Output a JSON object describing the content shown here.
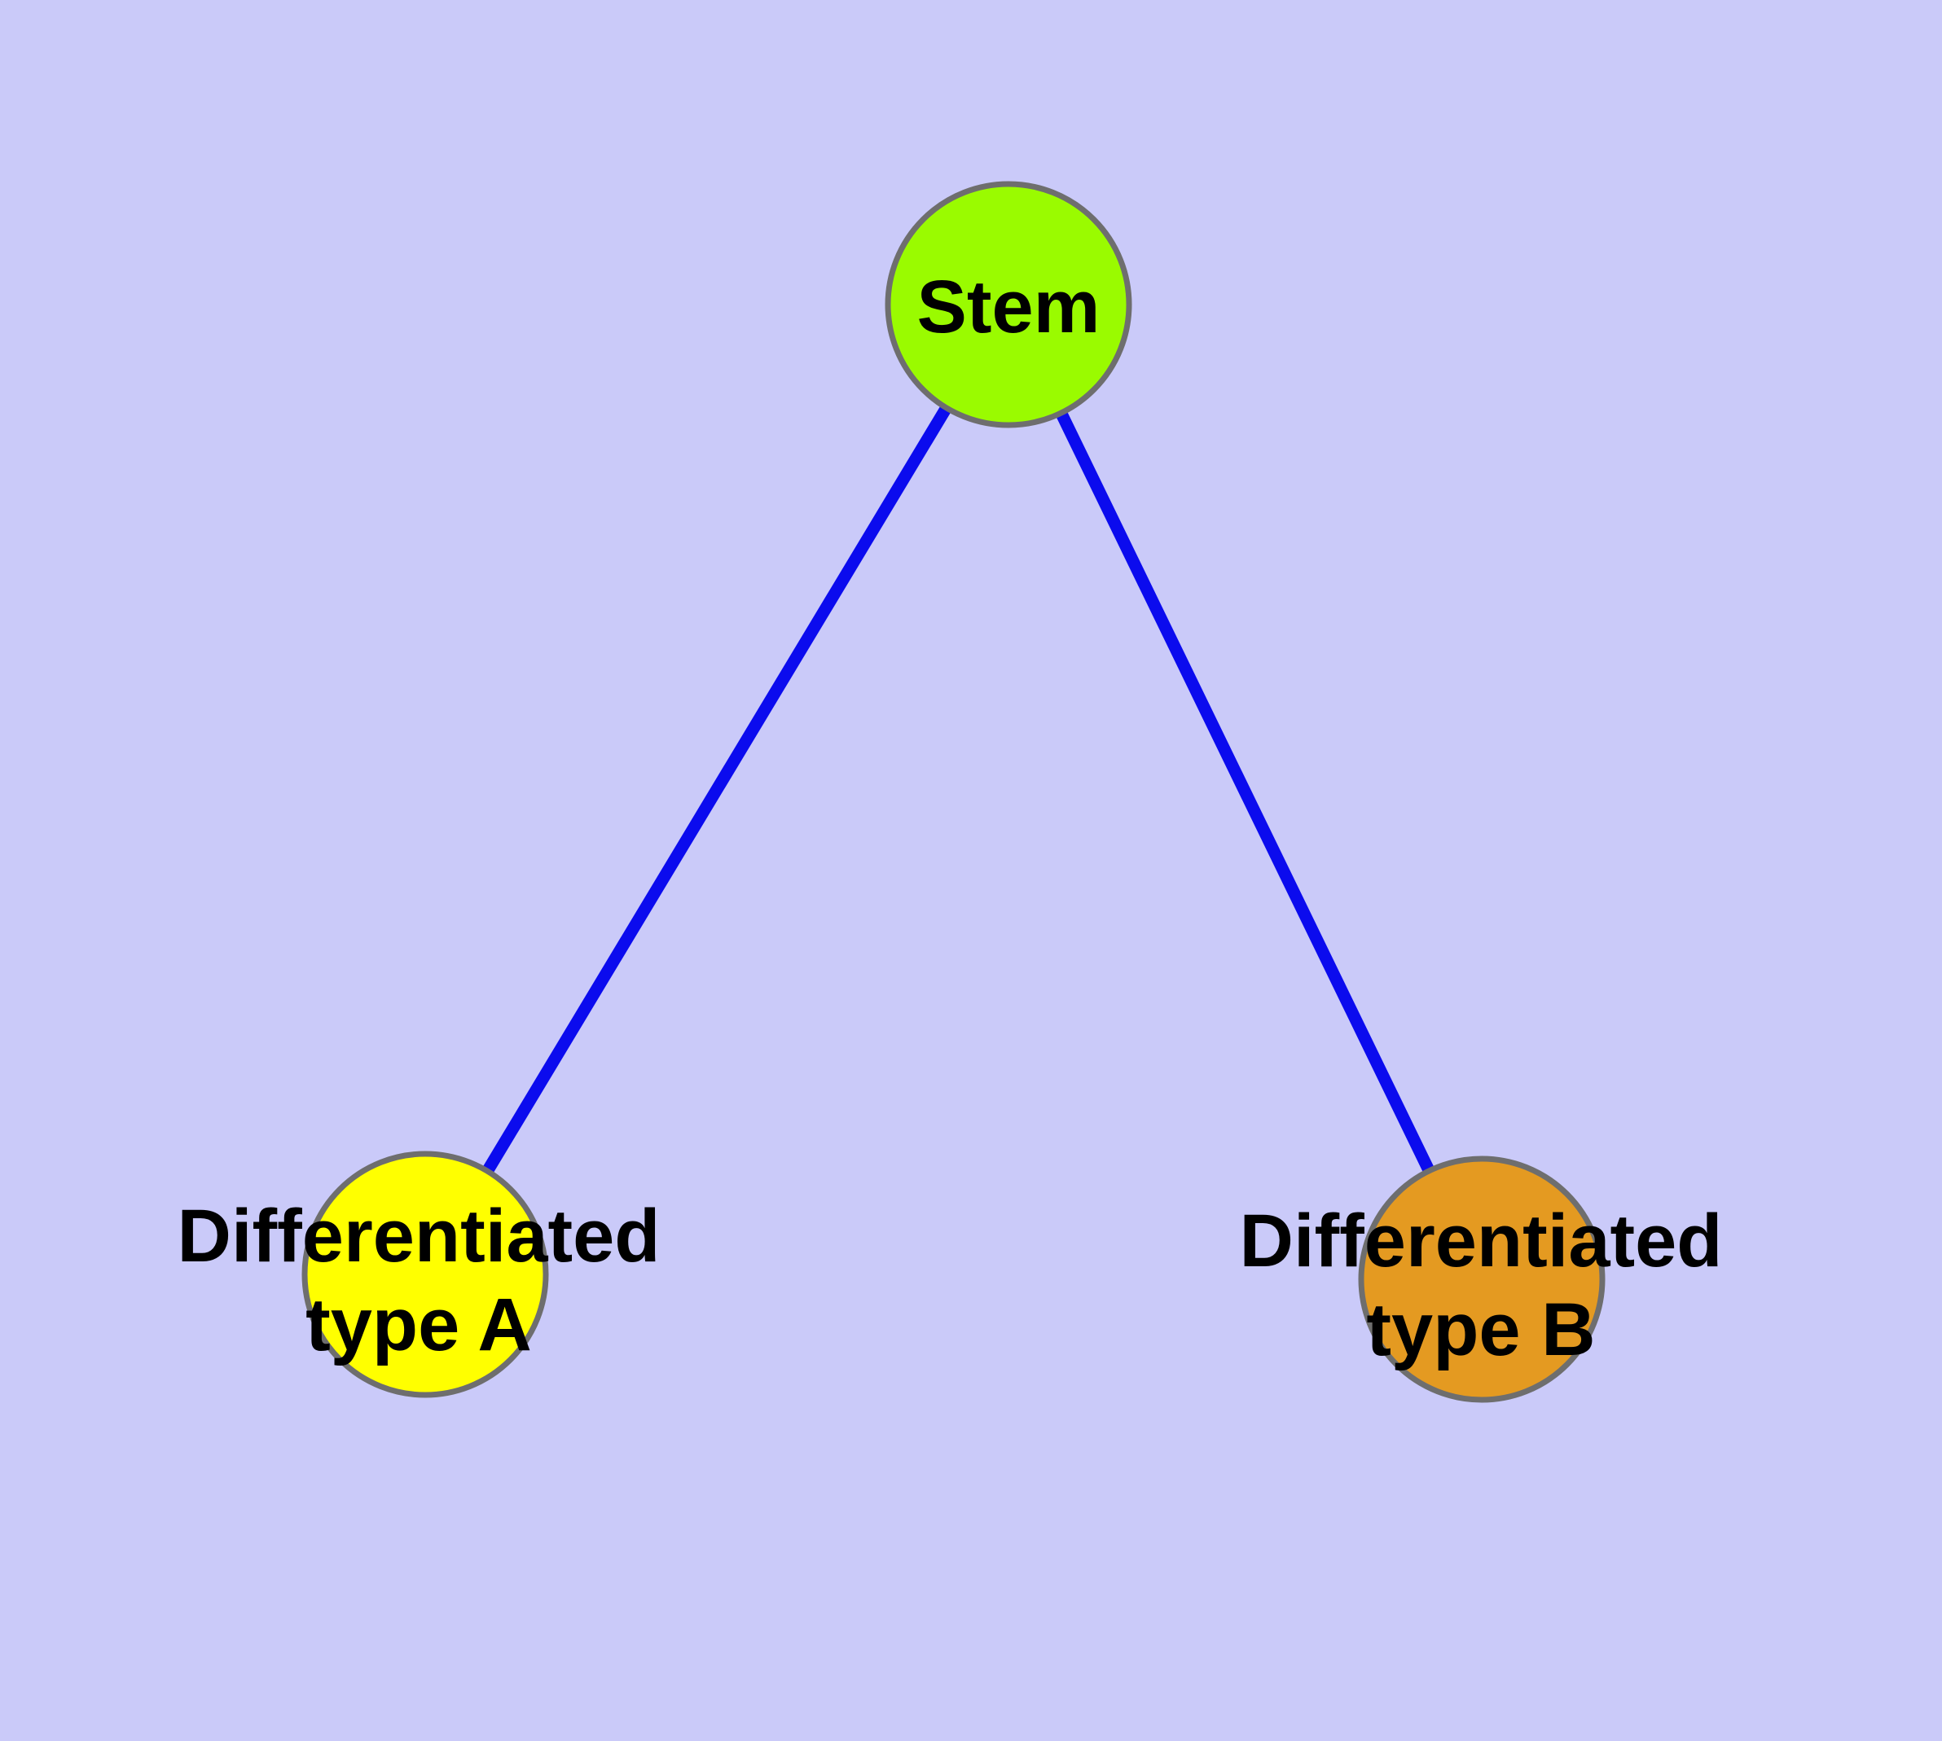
{
  "diagram": {
    "type": "node-link-graph",
    "description": "Cell differentiation graph: one stem node linked to two differentiated type nodes"
  },
  "colors": {
    "background": "#CACAF9",
    "edge": "#0B0BEE",
    "node_border": "#6E6E6E",
    "label_text": "#000000"
  },
  "nodes": [
    {
      "id": "stem",
      "label": "Stem",
      "label_lines": [
        "Stem"
      ],
      "color": "#9AFB00"
    },
    {
      "id": "type-a",
      "label": "Differentiated type A",
      "label_line1": "Differentiated",
      "label_line2": "type A",
      "color": "#FFFF00"
    },
    {
      "id": "type-b",
      "label": "Differentiated type B",
      "label_line1": "Differentiated",
      "label_line2": "type B",
      "color": "#E49A21"
    }
  ],
  "edges": [
    {
      "source": "stem",
      "target": "type-a"
    },
    {
      "source": "stem",
      "target": "type-b"
    }
  ]
}
